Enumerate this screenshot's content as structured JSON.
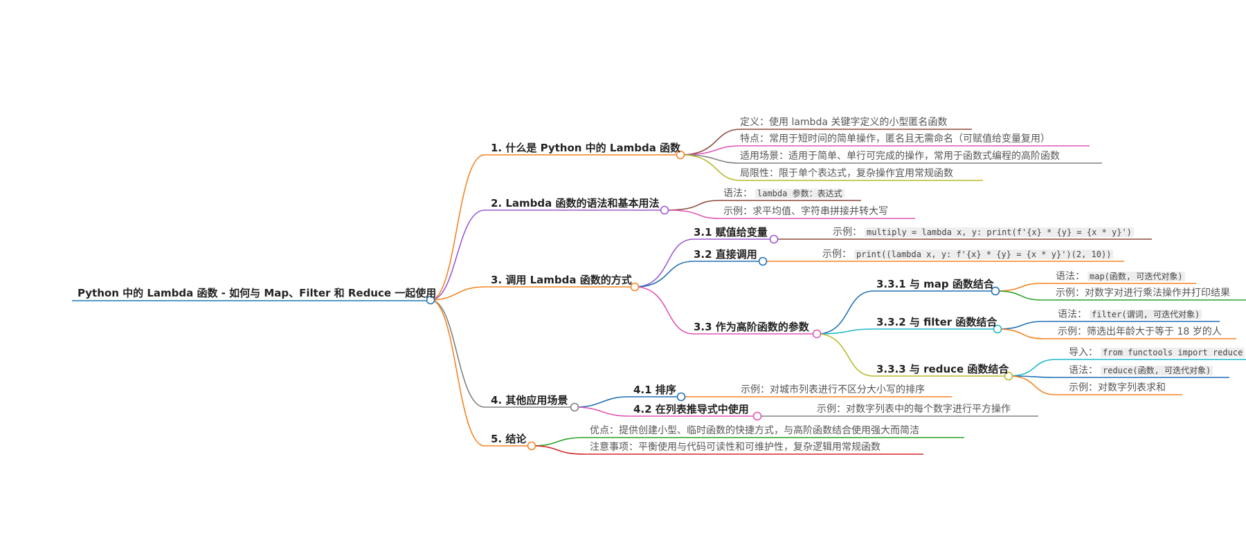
{
  "root": "Python 中的 Lambda 函数 - 如何与 Map、Filter 和 Reduce 一起使用",
  "s1": {
    "title": "1. 什么是 Python 中的 Lambda 函数",
    "l1": "定义：使用 lambda 关键字定义的小型匿名函数",
    "l2": "特点：常用于短时间的简单操作，匿名且无需命名（可赋值给变量复用）",
    "l3": "适用场景：适用于简单、单行可完成的操作，常用于函数式编程的高阶函数",
    "l4": "局限性：限于单个表达式，复杂操作宜用常规函数"
  },
  "s2": {
    "title": "2. Lambda 函数的语法和基本用法",
    "syntax_prefix": "语法：",
    "syntax_code": "lambda 参数：表达式",
    "example": "示例：求平均值、字符串拼接并转大写"
  },
  "s3": {
    "title": "3. 调用 Lambda 函数的方式",
    "s31": {
      "title": "3.1 赋值给变量",
      "prefix": "示例：",
      "code": "multiply = lambda x, y: print(f'{x} * {y} = {x * y}')"
    },
    "s32": {
      "title": "3.2 直接调用",
      "prefix": "示例：",
      "code": "print((lambda x, y: f'{x} * {y} = {x * y}')(2, 10))"
    },
    "s33": {
      "title": "3.3 作为高阶函数的参数",
      "map": {
        "title": "3.3.1 与 map 函数结合",
        "syntax_prefix": "语法：",
        "syntax_code": "map(函数, 可迭代对象)",
        "example": "示例：对数字对进行乘法操作并打印结果"
      },
      "filter": {
        "title": "3.3.2 与 filter 函数结合",
        "syntax_prefix": "语法：",
        "syntax_code": "filter(谓词, 可迭代对象)",
        "example": "示例：筛选出年龄大于等于 18 岁的人"
      },
      "reduce": {
        "title": "3.3.3 与 reduce 函数结合",
        "import_prefix": "导入：",
        "import_code": "from functools import reduce",
        "syntax_prefix": "语法：",
        "syntax_code": "reduce(函数, 可迭代对象)",
        "example": "示例：对数字列表求和"
      }
    }
  },
  "s4": {
    "title": "4. 其他应用场景",
    "s41": {
      "title": "4.1 排序",
      "example": "示例：对城市列表进行不区分大小写的排序"
    },
    "s42": {
      "title": "4.2 在列表推导式中使用",
      "example": "示例：对数字列表中的每个数字进行平方操作"
    }
  },
  "s5": {
    "title": "5. 结论",
    "l1": "优点：提供创建小型、临时函数的快捷方式，与高阶函数结合使用强大而简洁",
    "l2": "注意事项：平衡使用与代码可读性和可维护性，复杂逻辑用常规函数"
  },
  "colors": {
    "root": "#1f77b4",
    "orange": "#f58220",
    "purple": "#9b59d0",
    "brown": "#8b4a3c",
    "pink": "#e055b5",
    "gray": "#808080",
    "olive": "#b7b92a",
    "blue": "#1f6fb4",
    "cyan": "#1fb8c8",
    "green": "#2ca02c",
    "red": "#d62728"
  }
}
